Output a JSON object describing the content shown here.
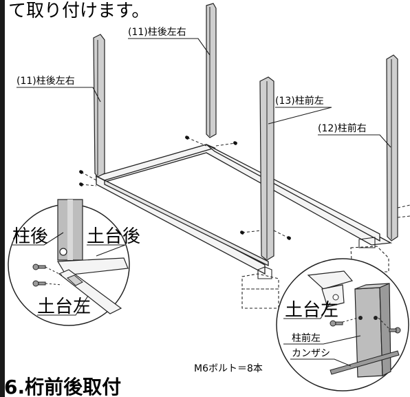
{
  "intro_text": "て取り付けます。",
  "labels": {
    "post_rear_1": "(11)柱後左右",
    "post_rear_2": "(11)柱後左右",
    "post_front_left": "(13)柱前左",
    "post_front_right": "(12)柱前右",
    "detail_left_post": "柱後",
    "detail_left_base_rear": "土台後",
    "detail_left_base_left": "土台左",
    "detail_right_base_left": "土台左",
    "detail_right_post": "柱前左",
    "detail_right_pin": "カンザシ",
    "bolt_note": "M6ボルト＝8本"
  },
  "section_heading": "6.桁前後取付",
  "colors": {
    "ink": "#1a1a1a",
    "frame_fill": "#f4f4f4",
    "post_fill": "#bdbdbd",
    "post_dark": "#9a9a9a"
  }
}
